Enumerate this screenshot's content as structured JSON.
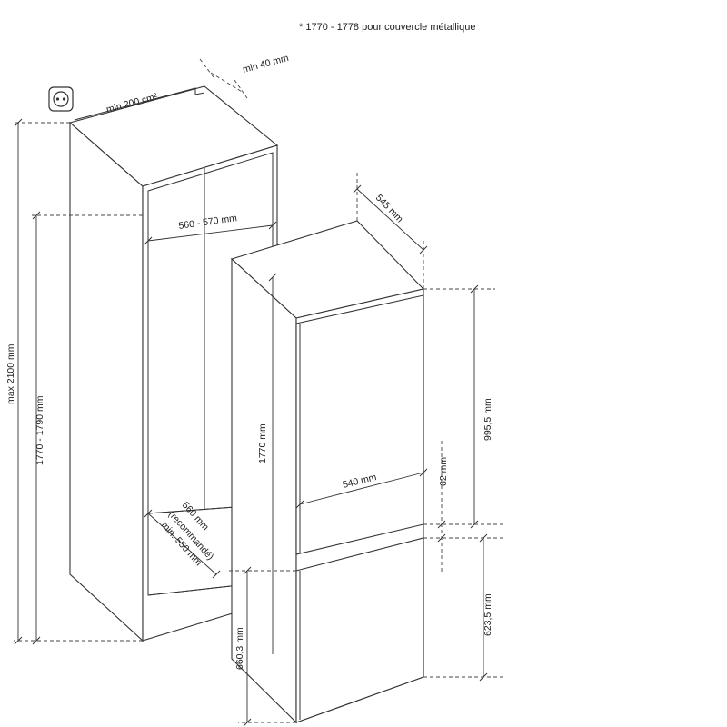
{
  "note": "* 1770 - 1778 pour couvercle métallique",
  "labels": {
    "min_40": "min 40 mm",
    "min_200": "min 200 cm²",
    "max_2100": "max 2100 mm",
    "niche_height": "1770 - 1790 mm",
    "niche_width": "560 - 570 mm",
    "niche_depth_560": "560 mm",
    "niche_depth_recommended": "(recommandé)",
    "niche_depth_min": "min. 550 mm",
    "depth_545": "545 mm",
    "fridge_height": "1770 mm",
    "door_width": "540 mm",
    "top_door": "995,5 mm",
    "gap_62": "62 mm",
    "bottom_door": "623,5 mm",
    "bottom_section": "660,3 mm"
  },
  "icons": {
    "socket": "power-socket-icon"
  }
}
